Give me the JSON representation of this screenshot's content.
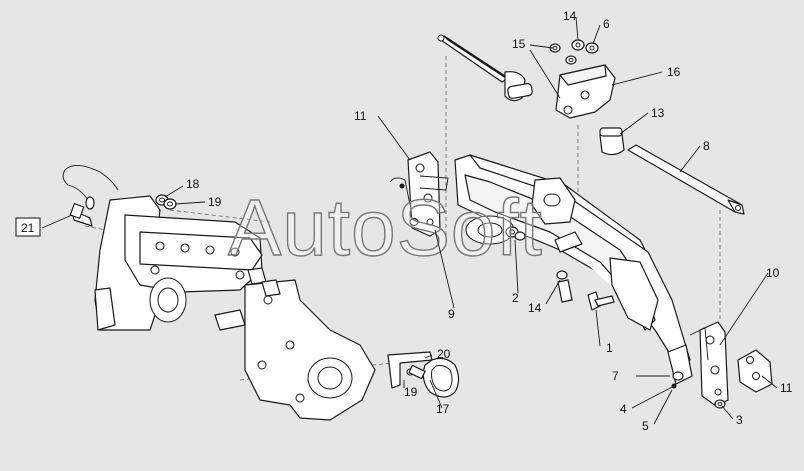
{
  "watermark": "AutoSoft",
  "callouts": {
    "c1": "1",
    "c2": "2",
    "c3": "3",
    "c4": "4",
    "c5": "5",
    "c6": "6",
    "c7": "7",
    "c8": "8",
    "c9": "9",
    "c10": "10",
    "c11a": "11",
    "c11b": "11",
    "c13": "13",
    "c14a": "14",
    "c14b": "14",
    "c15": "15",
    "c16": "16",
    "c17": "17",
    "c18": "18",
    "c19a": "19",
    "c19b": "19",
    "c20": "20",
    "c21": "21"
  },
  "colors": {
    "background": "#e6e6e6",
    "line": "#1a1a1a"
  }
}
